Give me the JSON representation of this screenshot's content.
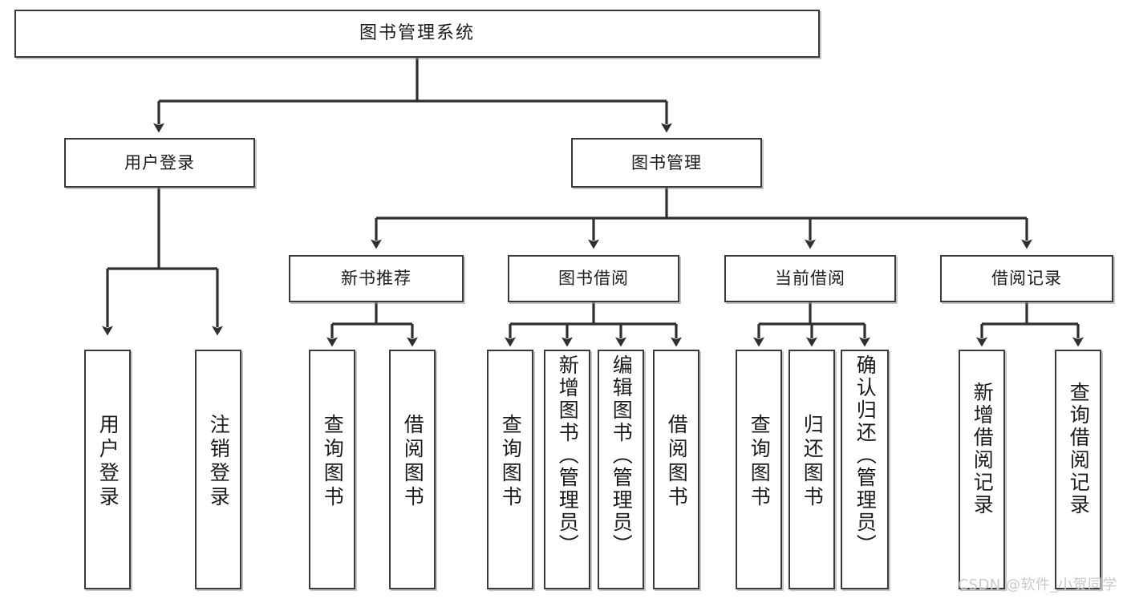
{
  "diagram": {
    "title": "图书管理系统",
    "watermark": "CSDN @软件_小贺同学",
    "colors": {
      "border": "#3a3a3a",
      "edge": "#2f2f2f",
      "background": "#ffffff",
      "text": "#1b1b1b",
      "watermark": "#c9c9c9"
    },
    "root": {
      "label": "图书管理系统"
    },
    "level2": [
      {
        "label": "用户登录"
      },
      {
        "label": "图书管理"
      }
    ],
    "level3": [
      {
        "label": "新书推荐"
      },
      {
        "label": "图书借阅"
      },
      {
        "label": "当前借阅"
      },
      {
        "label": "借阅记录"
      }
    ],
    "leaves": {
      "user_login": [
        {
          "label": "用户登录"
        },
        {
          "label": "注销登录"
        }
      ],
      "new_book_recommend": [
        {
          "label": "查询图书"
        },
        {
          "label": "借阅图书"
        }
      ],
      "book_borrow": [
        {
          "label": "查询图书"
        },
        {
          "label": "新增图书（管理员）"
        },
        {
          "label": "编辑图书（管理员）"
        },
        {
          "label": "借阅图书"
        }
      ],
      "current_borrow": [
        {
          "label": "查询图书"
        },
        {
          "label": "归还图书"
        },
        {
          "label": "确认归还（管理员）"
        }
      ],
      "borrow_record": [
        {
          "label": "新增借阅记录"
        },
        {
          "label": "查询借阅记录"
        }
      ]
    }
  }
}
